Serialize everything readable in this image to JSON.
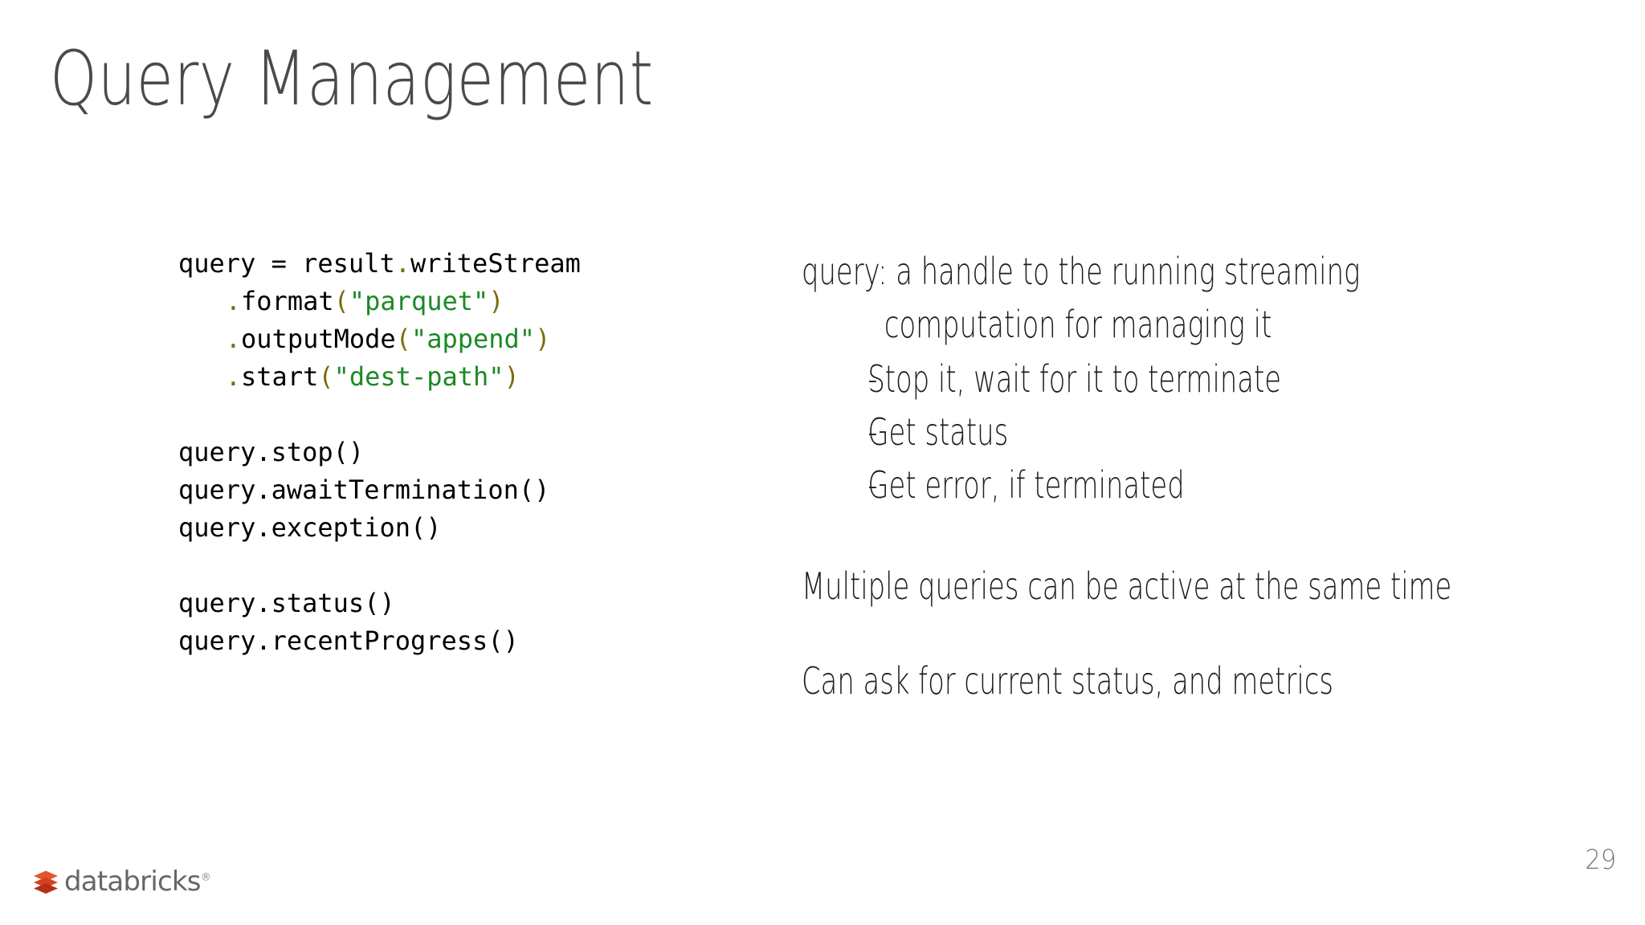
{
  "slide": {
    "title": "Query Management",
    "page_number": "29",
    "background_color": "#ffffff",
    "title_color": "#4a4a4a"
  },
  "code": {
    "language": "scala",
    "colors": {
      "plain": "#000000",
      "punctuation": "#7d6c09",
      "string": "#1c8a25"
    },
    "blocks": [
      {
        "lines": [
          {
            "indent": false,
            "tokens": [
              {
                "t": "plain",
                "v": "query = result"
              },
              {
                "t": "punct",
                "v": "."
              },
              {
                "t": "plain",
                "v": "writeStream"
              }
            ]
          },
          {
            "indent": true,
            "tokens": [
              {
                "t": "punct",
                "v": "."
              },
              {
                "t": "plain",
                "v": "format"
              },
              {
                "t": "punct",
                "v": "("
              },
              {
                "t": "string",
                "v": "\"parquet\""
              },
              {
                "t": "punct",
                "v": ")"
              }
            ]
          },
          {
            "indent": true,
            "tokens": [
              {
                "t": "punct",
                "v": "."
              },
              {
                "t": "plain",
                "v": "outputMode"
              },
              {
                "t": "punct",
                "v": "("
              },
              {
                "t": "string",
                "v": "\"append\""
              },
              {
                "t": "punct",
                "v": ")"
              }
            ]
          },
          {
            "indent": true,
            "tokens": [
              {
                "t": "punct",
                "v": "."
              },
              {
                "t": "plain",
                "v": "start"
              },
              {
                "t": "punct",
                "v": "("
              },
              {
                "t": "string",
                "v": "\"dest-path\""
              },
              {
                "t": "punct",
                "v": ")"
              }
            ]
          }
        ]
      },
      {
        "lines": [
          {
            "indent": false,
            "tokens": [
              {
                "t": "plain",
                "v": "query.stop()"
              }
            ]
          },
          {
            "indent": false,
            "tokens": [
              {
                "t": "plain",
                "v": "query.awaitTermination()"
              }
            ]
          },
          {
            "indent": false,
            "tokens": [
              {
                "t": "plain",
                "v": "query.exception()"
              }
            ]
          }
        ]
      },
      {
        "lines": [
          {
            "indent": false,
            "tokens": [
              {
                "t": "plain",
                "v": "query.status()"
              }
            ]
          },
          {
            "indent": false,
            "tokens": [
              {
                "t": "plain",
                "v": "query.recentProgress()"
              }
            ]
          }
        ]
      }
    ]
  },
  "notes": {
    "intro_line_1": "query: a handle to the running streaming",
    "intro_line_2": "computation for managing it",
    "bullet_marker": "-",
    "bullets": [
      "Stop it, wait for it to terminate",
      "Get status",
      "Get error, if terminated"
    ],
    "paragraph_1": "Multiple queries can be active at the same time",
    "paragraph_2": "Can ask for current status, and metrics"
  },
  "footer": {
    "logo_text": "databricks",
    "logo_trademark": "®",
    "logo_color": "#666666",
    "logo_mark_color_top": "#e8532c",
    "logo_mark_color_mid": "#d63f22",
    "logo_mark_color_bottom": "#b82f18",
    "logo_mark_icon": "databricks-stacked-layers-icon"
  }
}
